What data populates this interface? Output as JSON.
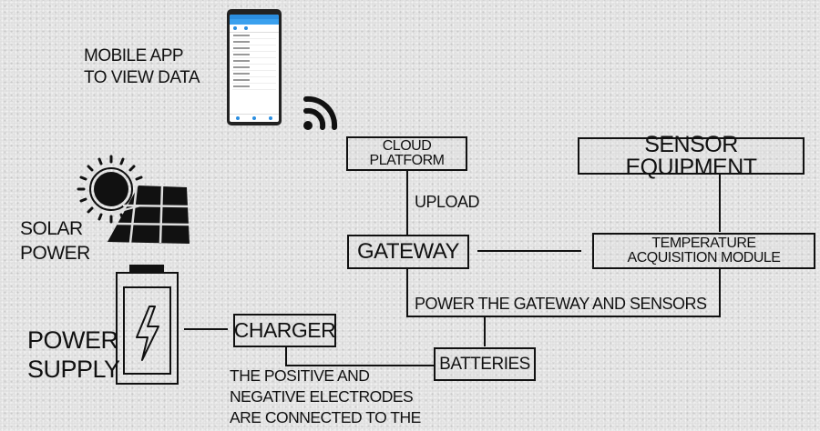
{
  "mobile_app": {
    "lines": [
      "MOBILE APP",
      "TO VIEW DATA"
    ]
  },
  "solar": {
    "lines": [
      "SOLAR",
      "POWER"
    ]
  },
  "power_supply": {
    "lines": [
      "POWER",
      "SUPPLY"
    ]
  },
  "cloud_platform": {
    "lines": [
      "CLOUD",
      "PLATFORM"
    ]
  },
  "upload_label": "UPLOAD",
  "sensor_equipment": "SENSOR EQUIPMENT",
  "gateway": "GATEWAY",
  "temperature_module": {
    "lines": [
      "TEMPERATURE",
      "ACQUISITION MODULE"
    ]
  },
  "power_label": "POWER THE GATEWAY AND SENSORS",
  "charger": "CHARGER",
  "batteries": "BATTERIES",
  "electrodes_note": {
    "lines": [
      "THE POSITIVE AND",
      "NEGATIVE ELECTRODES",
      "ARE CONNECTED TO THE"
    ]
  },
  "colors": {
    "line": "#111111",
    "background": "#dedede",
    "phone_accent": "#2b8ee0"
  }
}
